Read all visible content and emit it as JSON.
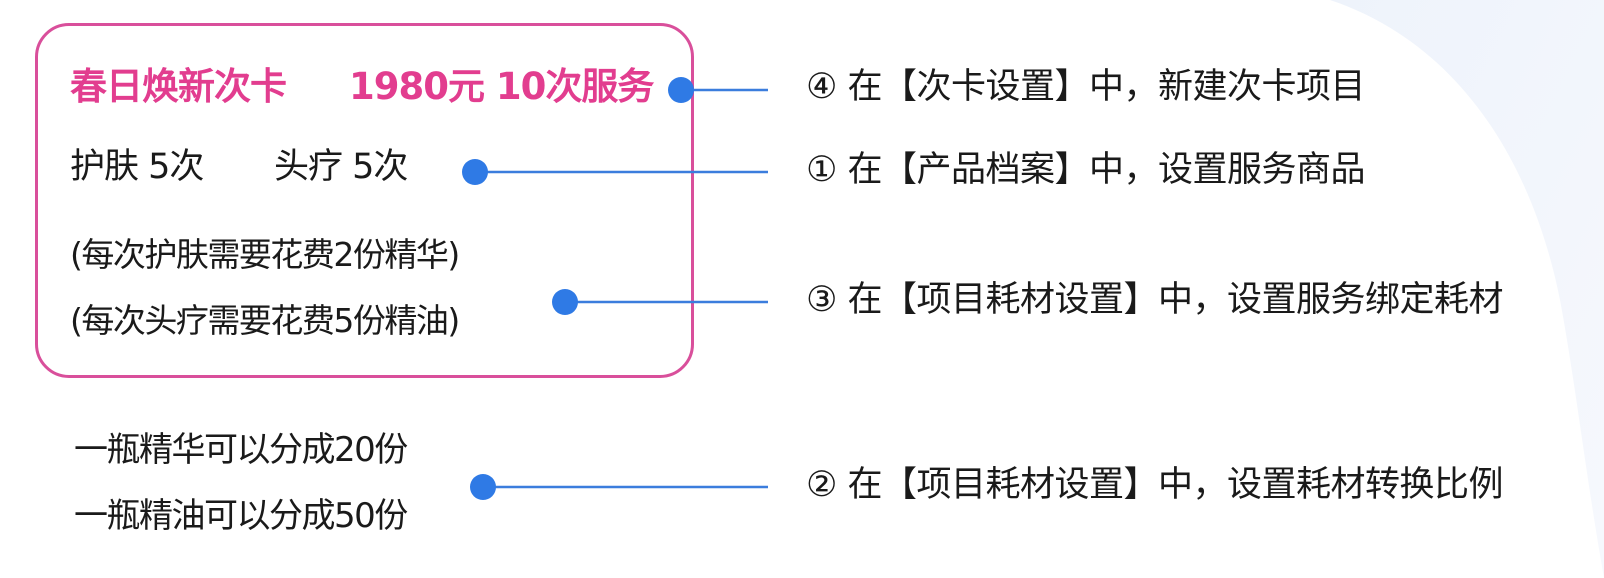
{
  "card": {
    "title": "春日焕新次卡",
    "price": "1980元 10次服务",
    "services": [
      "护肤 5次",
      "头疗 5次"
    ],
    "notes": [
      "(每次护肤需要花费2份精华)",
      "(每次头疗需要花费5份精油)"
    ]
  },
  "ratios": [
    "一瓶精华可以分成20份",
    "一瓶精油可以分成50份"
  ],
  "steps": {
    "step4": "④ 在【次卡设置】中，新建次卡项目",
    "step1": "① 在【产品档案】中，设置服务商品",
    "step3": "③ 在【项目耗材设置】中，设置服务绑定耗材",
    "step2": "② 在【项目耗材设置】中，设置耗材转换比例"
  },
  "colors": {
    "card_border": "#d94f9b",
    "title_text": "#e23d8f",
    "connector": "#3b7ddd",
    "dot": "#2f7ae5"
  }
}
